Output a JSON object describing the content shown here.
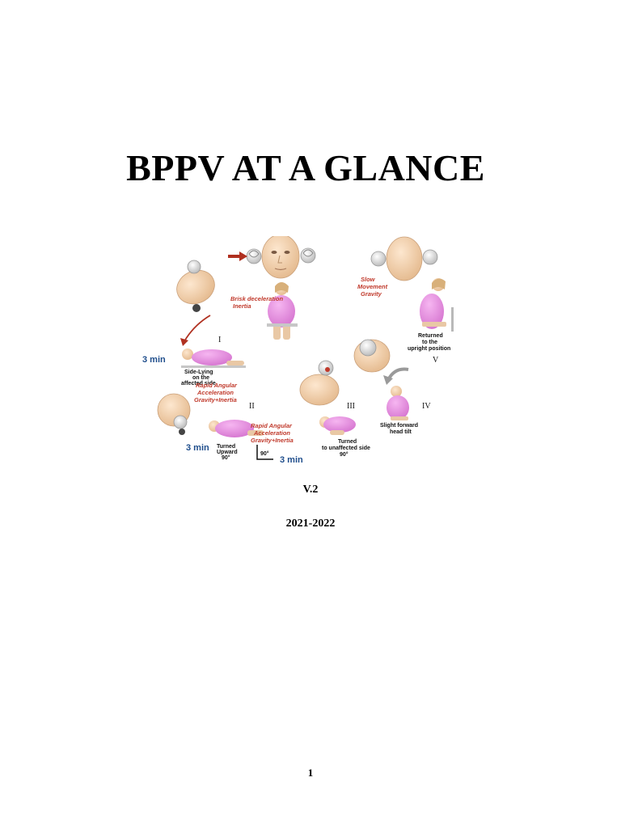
{
  "document": {
    "title": "BPPV AT A GLANCE",
    "version": "V.2",
    "years": "2021-2022",
    "page_number": "1"
  },
  "figure": {
    "labels": {
      "brisk": "Brisk deceleration",
      "inertia": "Inertia",
      "slow": "Slow",
      "movement": "Movement",
      "gravity": "Gravity",
      "returned_1": "Returned",
      "returned_2": "to the",
      "returned_3": "upright position",
      "side_lying_1": "Side-Lying",
      "side_lying_2": "on the",
      "side_lying_3": "affected side",
      "rapid_1_a": "Rapid Angular",
      "rapid_1_b": "Acceleration",
      "rapid_1_c": "Gravity+Inertia",
      "rapid_2_a": "Rapid Angular",
      "rapid_2_b": "Acceleration",
      "rapid_2_c": "Gravity+Inertia",
      "turned_up_1": "Turned",
      "turned_up_2": "Upward",
      "turned_up_3": "90°",
      "turned_un_1": "Turned",
      "turned_un_2": "to unaffected side",
      "turned_un_3": "90°",
      "slight_1": "Slight forward",
      "slight_2": "head tilt",
      "angle": "90°",
      "min_1": "3 min",
      "min_2": "3 min",
      "min_3": "3 min",
      "step_1": "I",
      "step_2": "II",
      "step_3": "III",
      "step_4": "IV",
      "step_5": "V"
    },
    "colors": {
      "skin": "#f2cfa8",
      "gown": "#e58ee0",
      "red_text": "#c0392b",
      "blue_text": "#1f4e8c",
      "arrow": "#b03020"
    }
  }
}
